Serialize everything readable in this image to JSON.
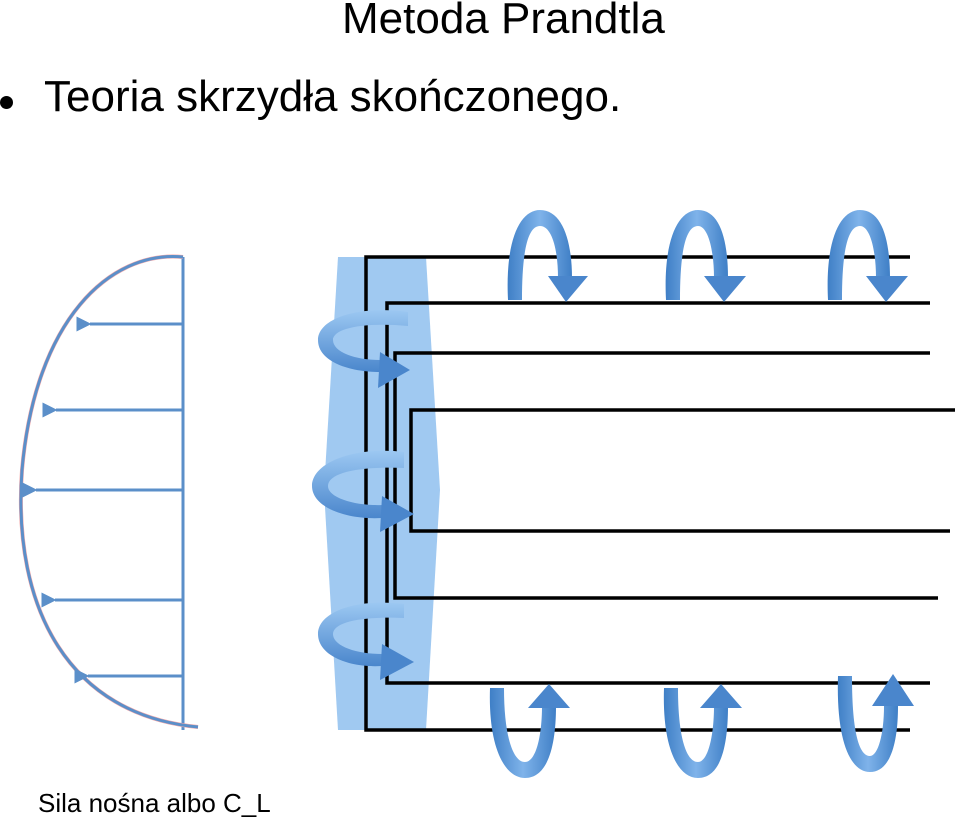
{
  "title": "Metoda Prandtla",
  "bullet": "Teoria skrzydła skończonego.",
  "caption": "Sila nośna albo C_L",
  "colors": {
    "lift_curve": "#5b8fc9",
    "wing_band": "#8fc0ee",
    "vortex": "#4d8ed4",
    "vortex_light": "#a9d0f5",
    "lines": "#000000"
  },
  "icons": [
    "lift-distribution-curve",
    "wing-span-band",
    "horseshoe-vortex-lines",
    "swirl-arrow-icon"
  ]
}
